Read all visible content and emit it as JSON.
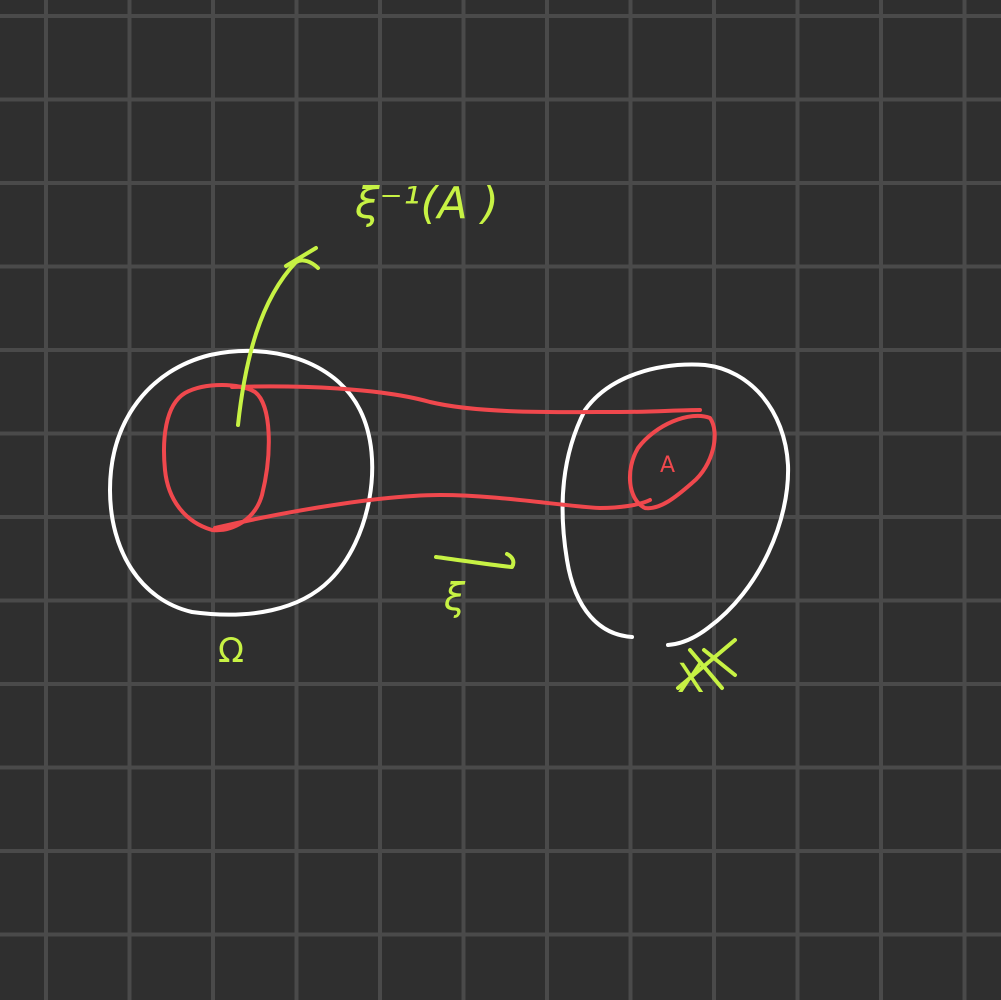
{
  "background_color": "#2f2f2f",
  "grid_color": "#4a4a4a",
  "colors": {
    "set_outline": "#ffffff",
    "region": "#f0484d",
    "annotation": "#c7f244"
  },
  "labels": {
    "preimage": "ξ⁻¹(A )",
    "set_a": "A",
    "map": "ξ",
    "domain": "Ω",
    "codomain": "X"
  }
}
